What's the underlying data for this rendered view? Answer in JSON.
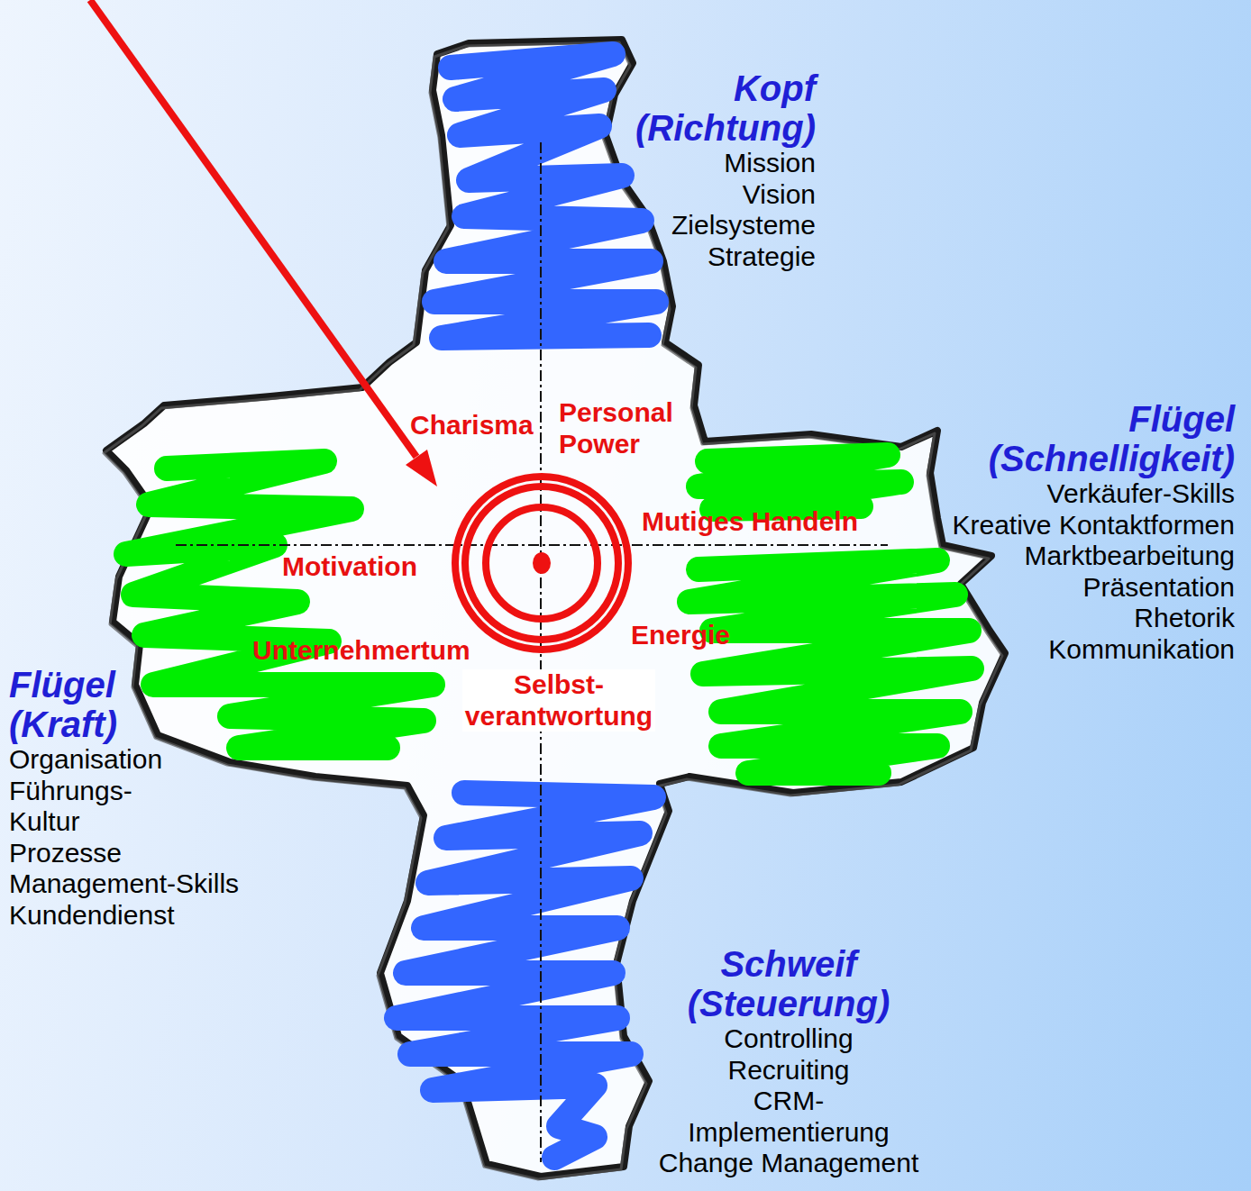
{
  "diagram": {
    "nodes": [
      {
        "text": [
          "Kopf (Richtung)",
          "Mission",
          "Vision",
          "Zielsysteme",
          "Strategie"
        ]
      },
      {
        "text": [
          "Flügel (Schnelligkeit)",
          "Verkäufer-Skills",
          "Kreative Kontaktformen",
          "Marktbearbeitung",
          "Präsentation",
          "Rhetorik",
          "Kommunikation"
        ]
      },
      {
        "text": [
          "Flügel (Kraft)",
          "Organisation",
          "Führungs- Kultur",
          "Prozesse",
          "Management-Skills",
          "Kundendienst"
        ]
      },
      {
        "text": [
          "Schweif (Steuerung)",
          "Controlling",
          "Recruiting",
          "CRM- Implementierung",
          "Change Management"
        ]
      }
    ],
    "labels": [
      "Charisma",
      "Personal Power",
      "Mutiges Handeln",
      "Motivation",
      "Energie",
      "Unternehmertum",
      "Selbst- verantwortung"
    ]
  }
}
